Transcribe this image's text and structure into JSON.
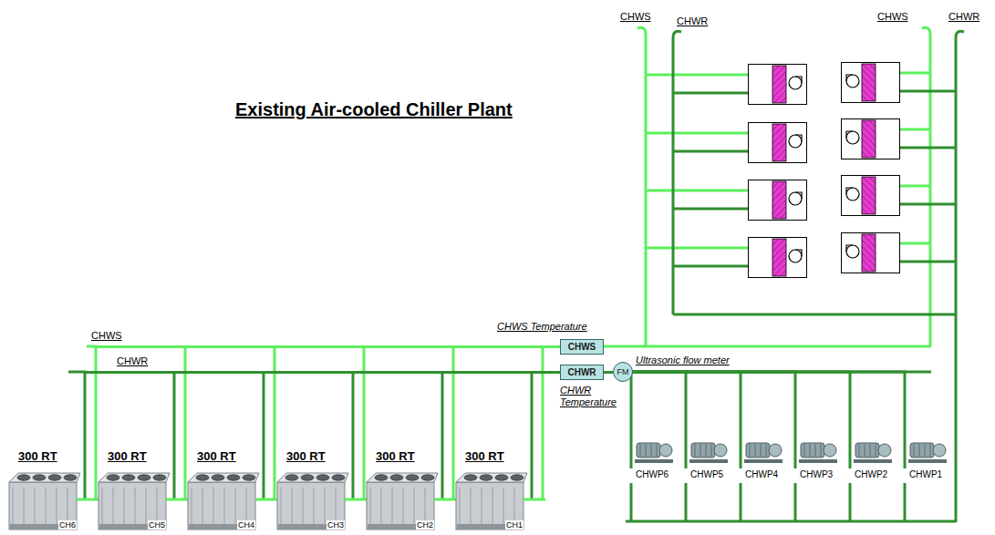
{
  "diagram": {
    "title": "Existing Air-cooled Chiller Plant",
    "nodes": [
      {
        "text": [
          "CHWS"
        ]
      },
      {
        "text": [
          "CHWR"
        ]
      },
      {
        "text": [
          "FM"
        ]
      },
      {
        "text": [
          "300 RT",
          "CH6"
        ]
      },
      {
        "text": [
          "300 RT",
          "CH5"
        ]
      },
      {
        "text": [
          "300 RT",
          "CH4"
        ]
      },
      {
        "text": [
          "300 RT",
          "CH3"
        ]
      },
      {
        "text": [
          "300 RT",
          "CH2"
        ]
      },
      {
        "text": [
          "300 RT",
          "CH1"
        ]
      },
      {
        "text": [
          "CHWP6"
        ]
      },
      {
        "text": [
          "CHWP5"
        ]
      },
      {
        "text": [
          "CHWP4"
        ]
      },
      {
        "text": [
          "CHWP3"
        ]
      },
      {
        "text": [
          "CHWP2"
        ]
      },
      {
        "text": [
          "CHWP1"
        ]
      }
    ],
    "edges": [
      {
        "from": 1,
        "to": 2,
        "arrow": "none"
      },
      {
        "from": 0,
        "to": 3,
        "arrow": "none"
      },
      {
        "from": 0,
        "to": 4,
        "arrow": "none"
      },
      {
        "from": 0,
        "to": 5,
        "arrow": "none"
      },
      {
        "from": 0,
        "to": 6,
        "arrow": "none"
      },
      {
        "from": 0,
        "to": 7,
        "arrow": "none"
      },
      {
        "from": 0,
        "to": 8,
        "arrow": "none"
      },
      {
        "from": 1,
        "to": 3,
        "arrow": "none"
      },
      {
        "from": 1,
        "to": 4,
        "arrow": "none"
      },
      {
        "from": 1,
        "to": 5,
        "arrow": "none"
      },
      {
        "from": 1,
        "to": 6,
        "arrow": "none"
      },
      {
        "from": 1,
        "to": 7,
        "arrow": "none"
      },
      {
        "from": 1,
        "to": 8,
        "arrow": "none"
      },
      {
        "from": 2,
        "to": 9,
        "arrow": "none"
      },
      {
        "from": 2,
        "to": 10,
        "arrow": "none"
      },
      {
        "from": 2,
        "to": 11,
        "arrow": "none"
      },
      {
        "from": 2,
        "to": 12,
        "arrow": "none"
      },
      {
        "from": 2,
        "to": 13,
        "arrow": "none"
      },
      {
        "from": 2,
        "to": 14,
        "arrow": "none"
      }
    ],
    "labels": [
      "CHWS",
      "CHWR",
      "CHWS",
      "CHWR",
      "CHWS",
      "CHWR",
      "CHWS Temperature",
      "Ultrasonic flow meter",
      "CHWR Temperature"
    ]
  }
}
